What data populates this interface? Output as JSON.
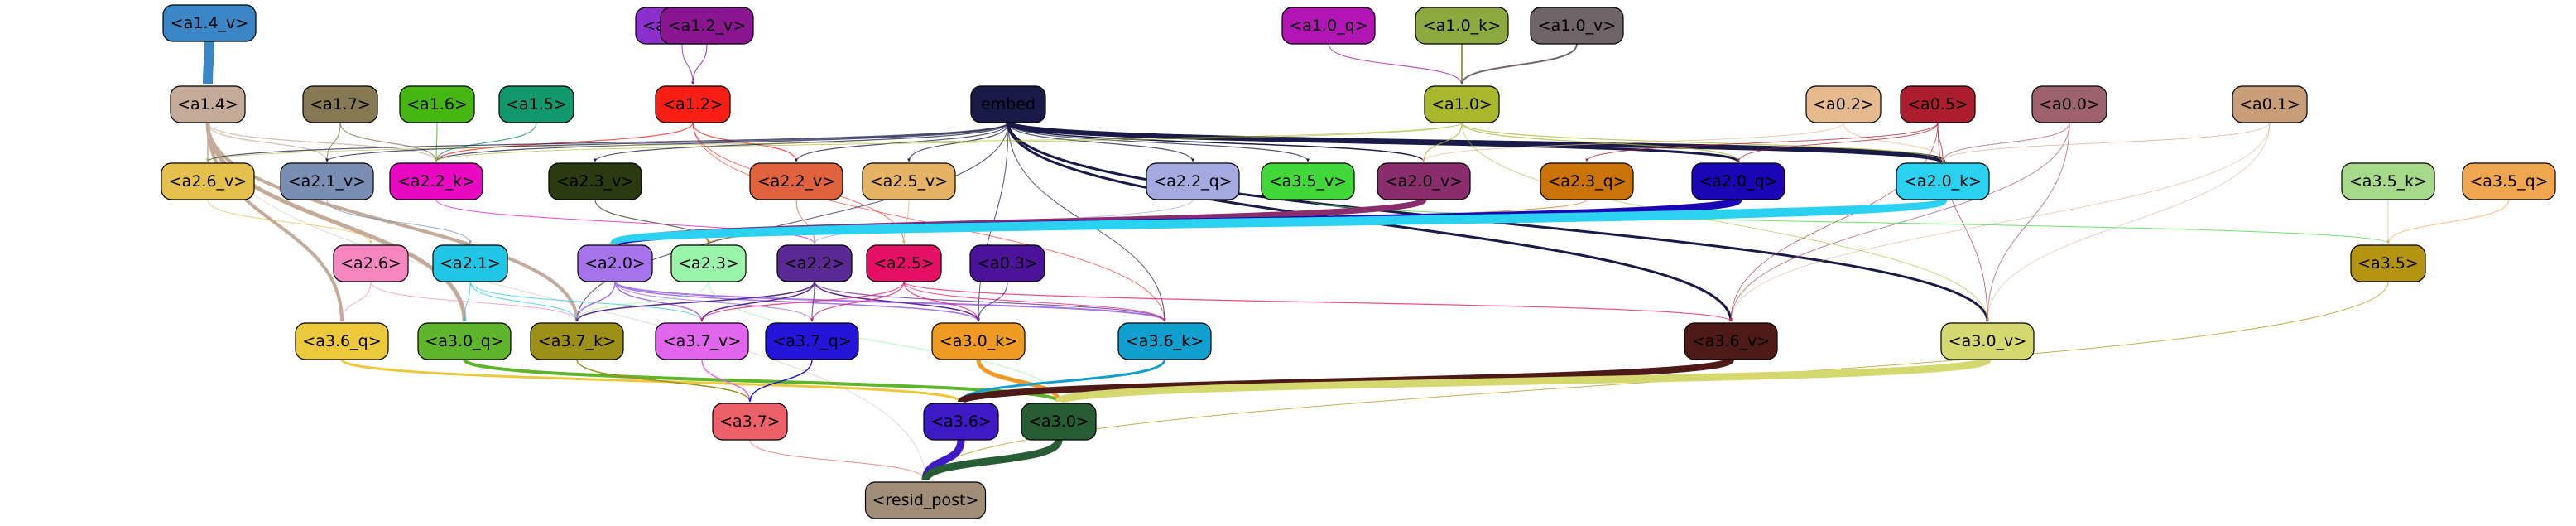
{
  "graph": {
    "nodes": [
      {
        "id": "a1_4_v",
        "label": "<a1.4_v>",
        "fill": "#3a85c5",
        "fg": "#000000"
      },
      {
        "id": "a1_2_q",
        "label": "<a1.2_q>",
        "fill": "#8b2fcf",
        "fg": "#000000"
      },
      {
        "id": "a1_2_v",
        "label": "<a1.2_v>",
        "fill": "#8a1590",
        "fg": "#000000"
      },
      {
        "id": "a1_0_q",
        "label": "<a1.0_q>",
        "fill": "#b116b4",
        "fg": "#000000"
      },
      {
        "id": "a1_0_k",
        "label": "<a1.0_k>",
        "fill": "#8ba93e",
        "fg": "#000000"
      },
      {
        "id": "a1_0_v",
        "label": "<a1.0_v>",
        "fill": "#6f6468",
        "fg": "#000000"
      },
      {
        "id": "a1_4",
        "label": "<a1.4>",
        "fill": "#c4ab99",
        "fg": "#000000"
      },
      {
        "id": "a1_7",
        "label": "<a1.7>",
        "fill": "#857852",
        "fg": "#000000"
      },
      {
        "id": "a1_6",
        "label": "<a1.6>",
        "fill": "#46b612",
        "fg": "#000000"
      },
      {
        "id": "a1_5",
        "label": "<a1.5>",
        "fill": "#13976c",
        "fg": "#000000"
      },
      {
        "id": "a1_2",
        "label": "<a1.2>",
        "fill": "#fa1f15",
        "fg": "#000000"
      },
      {
        "id": "embed",
        "label": "embed",
        "fill": "#1a1a48",
        "fg": "#000000"
      },
      {
        "id": "a1_0",
        "label": "<a1.0>",
        "fill": "#a9b72c",
        "fg": "#000000"
      },
      {
        "id": "a0_2",
        "label": "<a0.2>",
        "fill": "#e6b98f",
        "fg": "#000000"
      },
      {
        "id": "a0_5",
        "label": "<a0.5>",
        "fill": "#ac1e2e",
        "fg": "#000000"
      },
      {
        "id": "a0_0",
        "label": "<a0.0>",
        "fill": "#9d626e",
        "fg": "#000000"
      },
      {
        "id": "a0_1",
        "label": "<a0.1>",
        "fill": "#c99d78",
        "fg": "#000000"
      },
      {
        "id": "a2_6_v",
        "label": "<a2.6_v>",
        "fill": "#e5c04c",
        "fg": "#000000"
      },
      {
        "id": "a2_1_v",
        "label": "<a2.1_v>",
        "fill": "#7a8db3",
        "fg": "#000000"
      },
      {
        "id": "a2_2_k",
        "label": "<a2.2_k>",
        "fill": "#e909c2",
        "fg": "#000000"
      },
      {
        "id": "a2_3_v",
        "label": "<a2.3_v>",
        "fill": "#2c3a11",
        "fg": "#000000"
      },
      {
        "id": "a2_2_v",
        "label": "<a2.2_v>",
        "fill": "#e0623e",
        "fg": "#000000"
      },
      {
        "id": "a2_5_v",
        "label": "<a2.5_v>",
        "fill": "#e6b365",
        "fg": "#000000"
      },
      {
        "id": "a2_2_q",
        "label": "<a2.2_q>",
        "fill": "#a4a9e0",
        "fg": "#000000"
      },
      {
        "id": "a3_5_v",
        "label": "<a3.5_v>",
        "fill": "#42d839",
        "fg": "#000000"
      },
      {
        "id": "a2_0_v",
        "label": "<a2.0_v>",
        "fill": "#8a2d6d",
        "fg": "#000000"
      },
      {
        "id": "a2_3_q",
        "label": "<a2.3_q>",
        "fill": "#ca7308",
        "fg": "#000000"
      },
      {
        "id": "a2_0_q",
        "label": "<a2.0_q>",
        "fill": "#1b06b5",
        "fg": "#000000"
      },
      {
        "id": "a2_0_k",
        "label": "<a2.0_k>",
        "fill": "#2ad1f1",
        "fg": "#000000"
      },
      {
        "id": "a3_5_k",
        "label": "<a3.5_k>",
        "fill": "#a6d98a",
        "fg": "#000000"
      },
      {
        "id": "a3_5_q",
        "label": "<a3.5_q>",
        "fill": "#f0a64f",
        "fg": "#000000"
      },
      {
        "id": "a2_6",
        "label": "<a2.6>",
        "fill": "#f586bf",
        "fg": "#000000"
      },
      {
        "id": "a2_1",
        "label": "<a2.1>",
        "fill": "#21c6e6",
        "fg": "#000000"
      },
      {
        "id": "a2_0",
        "label": "<a2.0>",
        "fill": "#a673ea",
        "fg": "#000000"
      },
      {
        "id": "a2_3",
        "label": "<a2.3>",
        "fill": "#99f4a9",
        "fg": "#000000"
      },
      {
        "id": "a2_2",
        "label": "<a2.2>",
        "fill": "#5a2993",
        "fg": "#000000"
      },
      {
        "id": "a2_5",
        "label": "<a2.5>",
        "fill": "#e50f66",
        "fg": "#000000"
      },
      {
        "id": "a0_3",
        "label": "<a0.3>",
        "fill": "#4c1299",
        "fg": "#000000"
      },
      {
        "id": "a3_5",
        "label": "<a3.5>",
        "fill": "#b59412",
        "fg": "#000000"
      },
      {
        "id": "a3_6_q",
        "label": "<a3.6_q>",
        "fill": "#ecc83b",
        "fg": "#000000"
      },
      {
        "id": "a3_0_q",
        "label": "<a3.0_q>",
        "fill": "#5eb42a",
        "fg": "#000000"
      },
      {
        "id": "a3_7_k",
        "label": "<a3.7_k>",
        "fill": "#9d9018",
        "fg": "#000000"
      },
      {
        "id": "a3_7_v",
        "label": "<a3.7_v>",
        "fill": "#e166ed",
        "fg": "#000000"
      },
      {
        "id": "a3_7_q",
        "label": "<a3.7_q>",
        "fill": "#2415d8",
        "fg": "#000000"
      },
      {
        "id": "a3_0_k",
        "label": "<a3.0_k>",
        "fill": "#ef9a23",
        "fg": "#000000"
      },
      {
        "id": "a3_6_k",
        "label": "<a3.6_k>",
        "fill": "#119fcf",
        "fg": "#000000"
      },
      {
        "id": "a3_6_v",
        "label": "<a3.6_v>",
        "fill": "#4e1a17",
        "fg": "#000000"
      },
      {
        "id": "a3_0_v",
        "label": "<a3.0_v>",
        "fill": "#d4d86f",
        "fg": "#000000"
      },
      {
        "id": "a3_7",
        "label": "<a3.7>",
        "fill": "#ec6069",
        "fg": "#000000"
      },
      {
        "id": "a3_6",
        "label": "<a3.6>",
        "fill": "#3e1ac5",
        "fg": "#000000"
      },
      {
        "id": "a3_0",
        "label": "<a3.0>",
        "fill": "#285c34",
        "fg": "#000000"
      },
      {
        "id": "resid_post",
        "label": "<resid_post>",
        "fill": "#a08d77",
        "fg": "#000000"
      }
    ]
  }
}
